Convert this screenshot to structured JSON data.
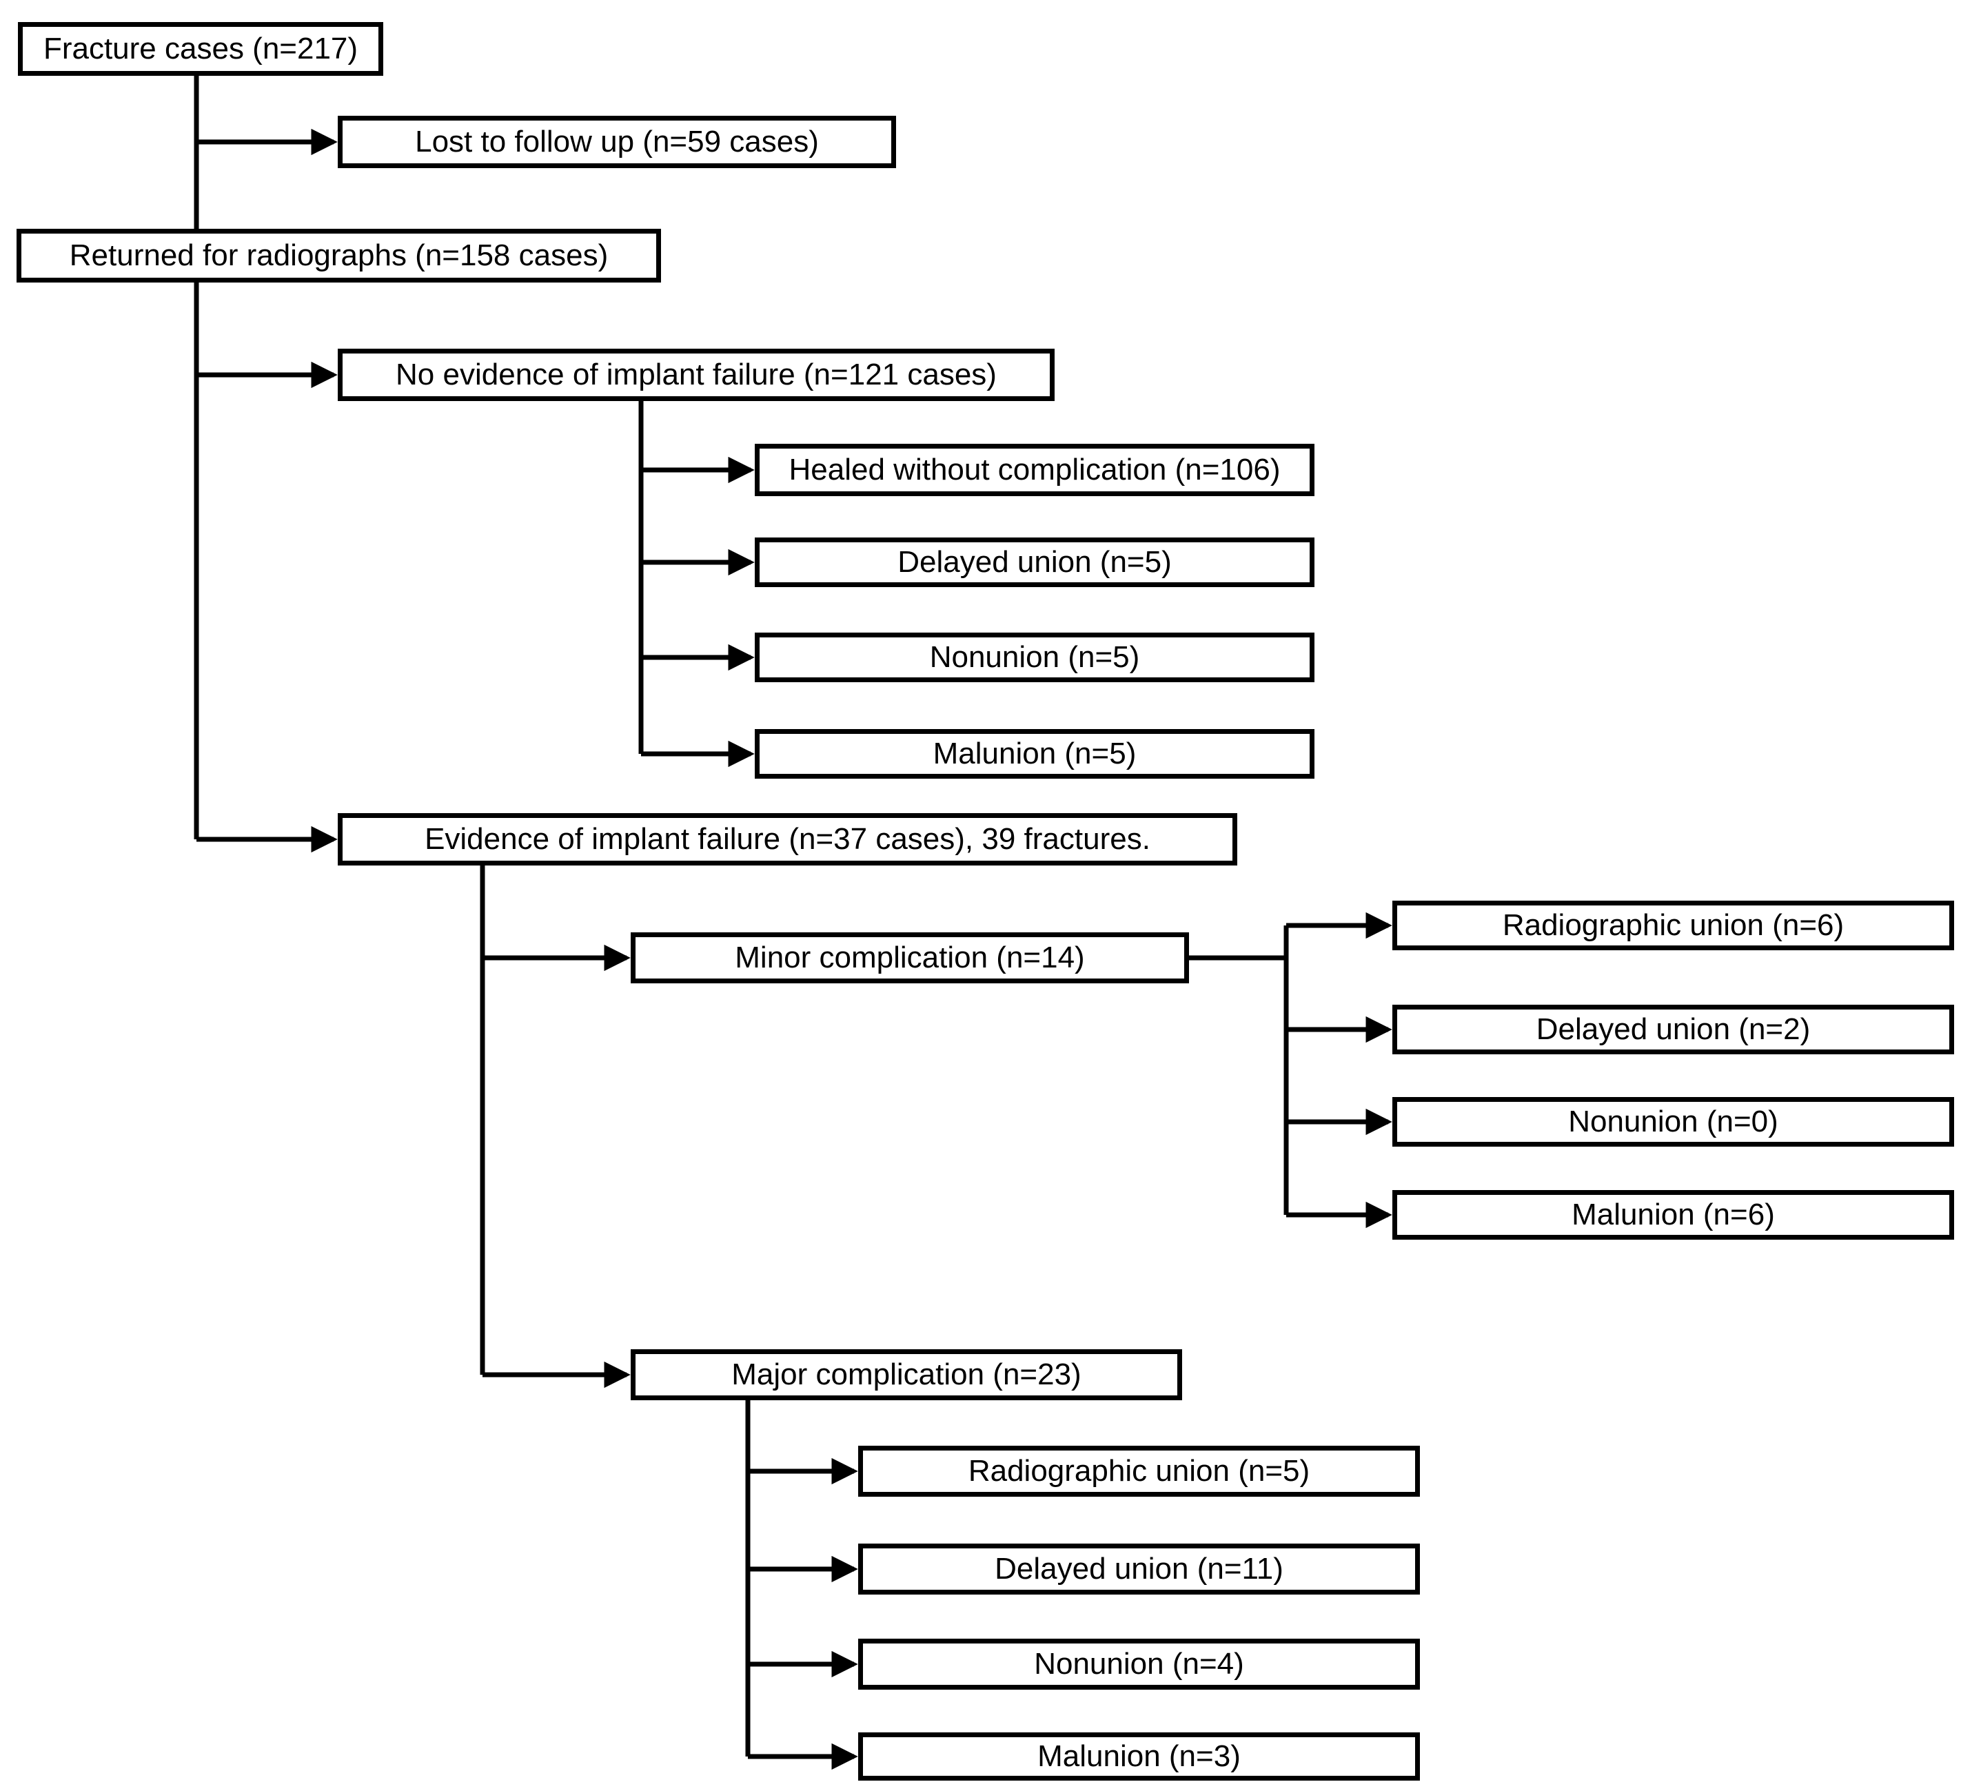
{
  "flowchart": {
    "root": {
      "label": "Fracture cases (n=217)"
    },
    "branches": {
      "lost": {
        "label": "Lost to follow up (n=59 cases)"
      },
      "returned": {
        "label": "Returned for radiographs (n=158 cases)"
      },
      "no_failure": {
        "label": "No evidence of implant failure (n=121 cases)",
        "outcomes": [
          "Healed without complication (n=106)",
          "Delayed union (n=5)",
          "Nonunion (n=5)",
          "Malunion (n=5)"
        ]
      },
      "failure": {
        "label": "Evidence of implant failure (n=37 cases), 39 fractures.",
        "minor": {
          "label": "Minor complication (n=14)",
          "outcomes": [
            "Radiographic union (n=6)",
            "Delayed union (n=2)",
            "Nonunion (n=0)",
            "Malunion (n=6)"
          ]
        },
        "major": {
          "label": "Major complication (n=23)",
          "outcomes": [
            "Radiographic union (n=5)",
            "Delayed union (n=11)",
            "Nonunion (n=4)",
            "Malunion (n=3)"
          ]
        }
      }
    },
    "colors": {
      "line": "#000000",
      "box_background": "#ffffff",
      "text": "#000000"
    }
  }
}
